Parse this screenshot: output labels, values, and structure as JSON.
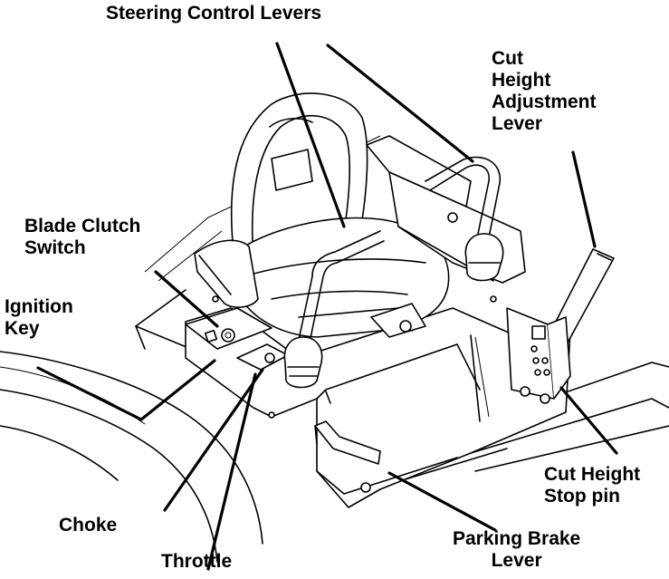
{
  "labels": {
    "steering": "Steering Control Levers",
    "cut_height_lever": [
      "Cut",
      "Height",
      "Adjustment",
      "Lever"
    ],
    "blade_clutch": [
      "Blade Clutch",
      "Switch"
    ],
    "ignition": [
      "Ignition",
      "Key"
    ],
    "choke": "Choke",
    "throttle": "Throttle",
    "parking_brake": [
      "Parking Brake",
      "Lever"
    ],
    "stop_pin": [
      "Cut Height",
      "Stop pin"
    ]
  },
  "colors": {
    "ink": "#000000",
    "background": "#ffffff"
  }
}
